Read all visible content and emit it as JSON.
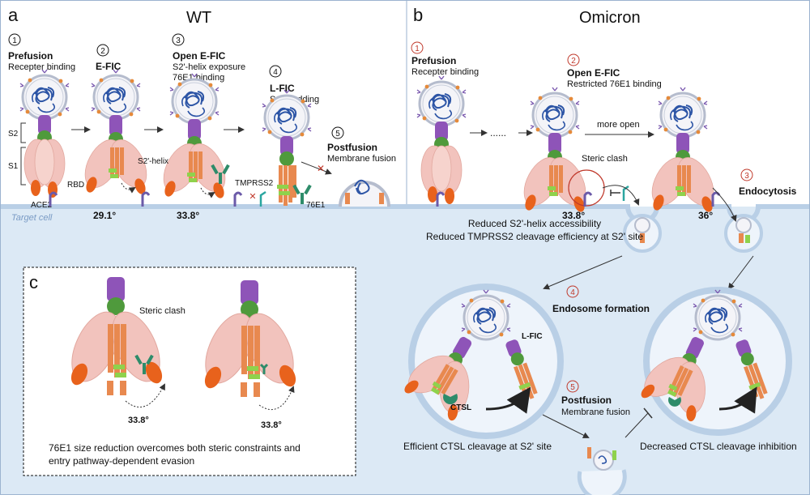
{
  "panels": {
    "a": {
      "letter": "a",
      "title": "WT",
      "steps": [
        {
          "num": "1",
          "title": "Prefusion",
          "sub": [
            "Recepter binding"
          ]
        },
        {
          "num": "2",
          "title": "E-FIC",
          "sub": []
        },
        {
          "num": "3",
          "title": "Open E-FIC",
          "sub": [
            "S2'-helix exposure",
            "76E1 binding"
          ]
        },
        {
          "num": "4",
          "title": "L-FIC",
          "sub": [
            "S1 shedding"
          ]
        },
        {
          "num": "5",
          "title": "Postfusion",
          "sub": [
            "Membrane fusion"
          ]
        }
      ],
      "labels": {
        "s2": "S2",
        "s1": "S1",
        "rbd": "RBD",
        "ace2": "ACE2",
        "s2_helix": "S2'-helix",
        "tmprss2": "TMPRSS2",
        "ab": "76E1"
      },
      "angles": [
        "29.1°",
        "33.8°"
      ]
    },
    "b": {
      "letter": "b",
      "title": "Omicron",
      "steps": [
        {
          "num": "1",
          "title": "Prefusion",
          "sub": [
            "Recepter binding"
          ]
        },
        {
          "num": "2",
          "title": "Open E-FIC",
          "sub": [
            "Restricted 76E1 binding"
          ]
        },
        {
          "num": "3",
          "title": "Endocytosis",
          "sub": []
        },
        {
          "num": "4",
          "title": "Endosome formation",
          "sub": []
        },
        {
          "num": "5",
          "title": "Postfusion",
          "sub": [
            "Membrane fusion"
          ]
        }
      ],
      "labels": {
        "more_open": "more open",
        "steric": "Steric clash",
        "lfic": "L-FIC",
        "ctsl": "CTSL"
      },
      "angles": [
        "33.8°",
        "36°"
      ],
      "notes": [
        "Reduced S2'-helix  accessibility",
        "Reduced TMPRSS2 cleavage efficiency at S2' site"
      ],
      "efficient": "Efficient CTSL cleavage  at S2' site",
      "decreased": "Decreased CTSL cleavage inhibition"
    },
    "c": {
      "letter": "c",
      "steric": "Steric clash",
      "angles": [
        "33.8°",
        "33.8°"
      ],
      "caption": [
        "76E1 size reduction overcomes both steric constraints and",
        "entry pathway-dependent evasion"
      ]
    }
  },
  "target_cell": "Target cell",
  "colors": {
    "accent": "#c0392b",
    "s1": "#f2c3bd",
    "s2": "#e8894f",
    "rbd": "#e8621c",
    "purple": "#8e54b8",
    "green": "#4f9a3c",
    "ab": "#2e8c6a",
    "cell": "#dce9f5",
    "membrane": "#b9cfe6",
    "ace2": "#6b5aa8"
  }
}
